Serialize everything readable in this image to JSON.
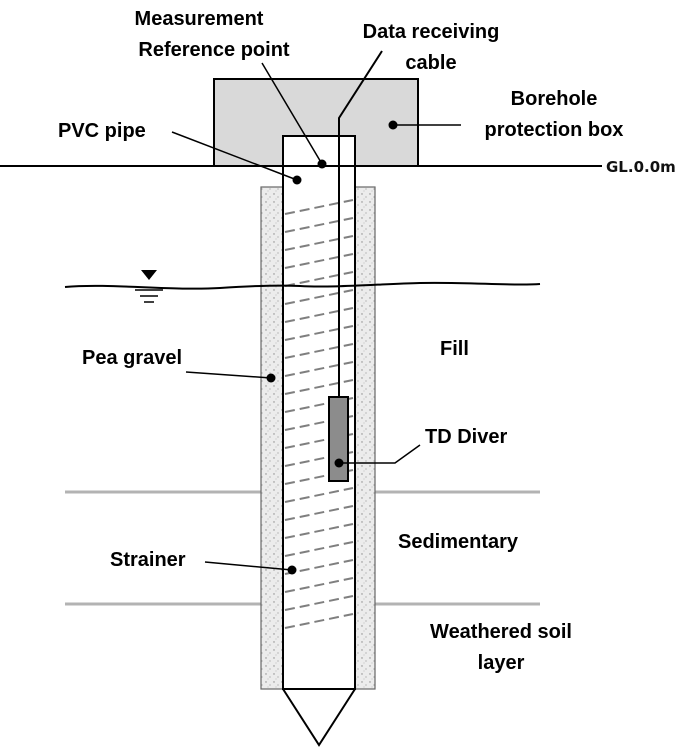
{
  "labels": {
    "measurement_ref_line1": "Measurement",
    "measurement_ref_line2": "Reference point",
    "data_cable_line1": "Data receiving",
    "data_cable_line2": "cable",
    "borehole_box_line1": "Borehole",
    "borehole_box_line2": "protection box",
    "pvc_pipe": "PVC pipe",
    "ground_level": "GL.0.0m",
    "fill": "Fill",
    "pea_gravel": "Pea gravel",
    "td_diver": "TD Diver",
    "sedimentary": "Sedimentary",
    "strainer": "Strainer",
    "weathered_line1": "Weathered soil",
    "weathered_line2": "layer"
  },
  "colors": {
    "protection_box_fill": "#d9d9d9",
    "gravel_fill": "#e6e6e6",
    "td_diver_fill": "#8c8c8c",
    "layer_line": "#b3b3b3",
    "strainer_dash": "#7f7f7f"
  }
}
